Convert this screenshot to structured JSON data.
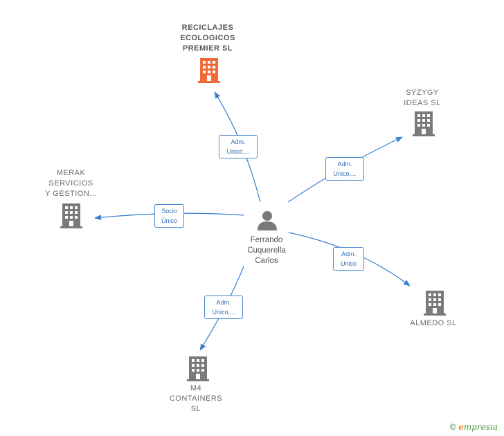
{
  "center": {
    "name": "Ferrando\nCuquerella\nCarlos",
    "icon": "person-icon"
  },
  "companies": [
    {
      "id": "reciclajes",
      "name": "RECICLAJES\nECOLOGICOS\nPREMIER  SL",
      "color": "#f26a3a",
      "highlight": true
    },
    {
      "id": "syzygy",
      "name": "SYZYGY\nIDEAS  SL",
      "color": "#7a7a7a"
    },
    {
      "id": "merak",
      "name": "MERAK\nSERVICIOS\nY GESTION...",
      "color": "#7a7a7a"
    },
    {
      "id": "almedo",
      "name": "ALMEDO  SL",
      "color": "#7a7a7a"
    },
    {
      "id": "m4",
      "name": "M4\nCONTAINERS\nSL",
      "color": "#7a7a7a"
    }
  ],
  "relations": [
    {
      "to": "reciclajes",
      "label": "Adm.\nUnico,..."
    },
    {
      "to": "syzygy",
      "label": "Adm.\nUnico,..."
    },
    {
      "to": "merak",
      "label": "Socio\nÚnico"
    },
    {
      "to": "almedo",
      "label": "Adm.\nUnico"
    },
    {
      "to": "m4",
      "label": "Adm.\nUnico,..."
    }
  ],
  "colors": {
    "edge": "#3b7fd0",
    "person": "#7a7a7a"
  },
  "credit": {
    "copyright": "©",
    "brand_initial": "e",
    "brand_rest": "mpresia"
  }
}
